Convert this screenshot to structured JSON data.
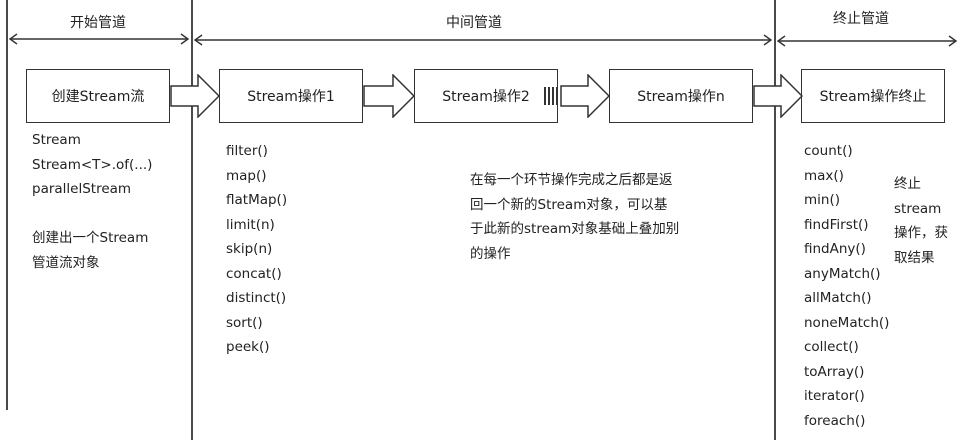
{
  "phases": {
    "start": "开始管道",
    "middle": "中间管道",
    "end": "终止管道"
  },
  "boxes": {
    "create": "创建Stream流",
    "op1": "Stream操作1",
    "op2": "Stream操作2",
    "opn": "Stream操作n",
    "terminal": "Stream操作终止"
  },
  "start_column": {
    "methods": [
      "Stream",
      "Stream<T>.of(...)",
      "parallelStream"
    ],
    "description": [
      "创建出一个Stream",
      "管道流对象"
    ]
  },
  "middle_column": {
    "methods": [
      "filter()",
      "map()",
      "flatMap()",
      "limit(n)",
      "skip(n)",
      "concat()",
      "distinct()",
      "sort()",
      "peek()"
    ],
    "note": [
      "在每一个环节操作完成之后都是返",
      "回一个新的Stream对象，可以基",
      "于此新的stream对象基础上叠加别",
      "的操作"
    ]
  },
  "end_column": {
    "methods": [
      "count()",
      "max()",
      "min()",
      "findFirst()",
      "findAny()",
      "anyMatch()",
      "allMatch()",
      "noneMatch()",
      "collect()",
      "toArray()",
      "iterator()",
      "foreach()"
    ],
    "note": [
      "终止",
      "stream",
      "操作，获",
      "取结果"
    ]
  }
}
